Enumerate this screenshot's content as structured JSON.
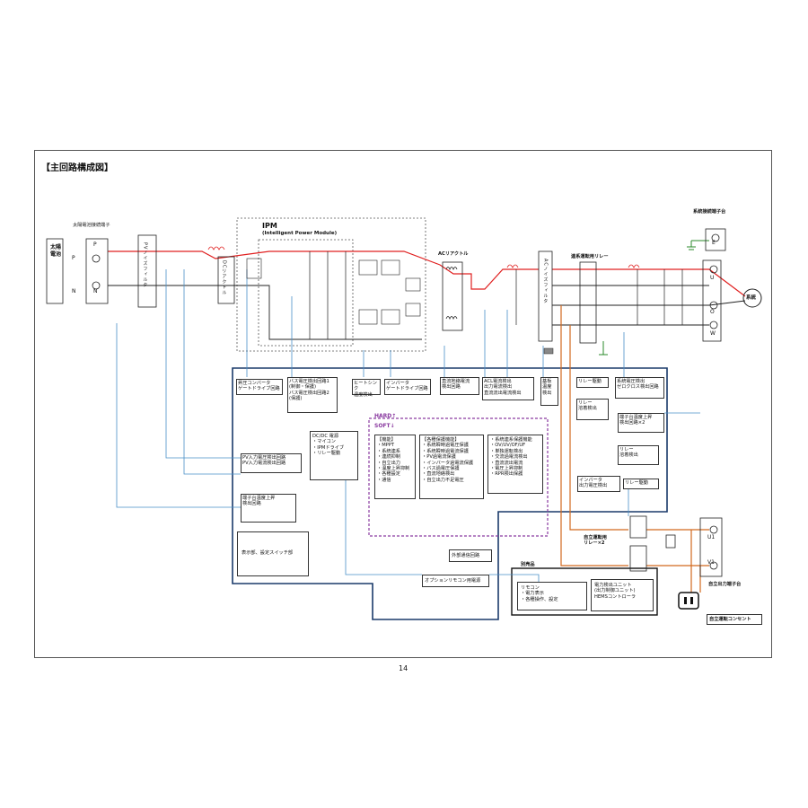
{
  "title": "【主回路構成図】",
  "page_number": "14",
  "labels": {
    "solar_terminal": "太陽電池接続端子",
    "solar_battery": "太陽電池",
    "p1": "P",
    "n1": "N",
    "p2": "P",
    "n2": "N",
    "pv_noise_filter": "PVノイズフィルタ",
    "dc_reactor": "DCリアクトル",
    "ipm": "IPM",
    "ipm_full": "(Intelligent Power Module)",
    "ac_reactor": "ACリアクトル",
    "ac_noise_filter": "ACノイズフィルタ",
    "grid_relay": "連系運転用リレー",
    "grid_terminal": "系統接続端子台",
    "e": "E",
    "u": "U",
    "o": "O",
    "w": "W",
    "grid": "系統",
    "u1": "U1",
    "v1": "V1",
    "standalone_terminal": "自立出力端子台",
    "standalone_outlet": "自立運転コンセント",
    "standalone_relay": "自立運転用\nリレー×2",
    "boost_gate": "昇圧コンバータ\nゲートドライブ回路",
    "bus_voltage": "バス電圧検出回路1\n(制御・保護)\nバス電圧検出回路2\n(保護)",
    "heatsink": "ヒートシンク\n温度検出",
    "inverter_gate": "インバータ\nゲートドライブ回路",
    "dc_ground": "直流地絡電流\n検出回路",
    "acl_current": "ACL電流検出\n出力電流検出\n直流流出電流検出",
    "board_temp": "基板\n温度\n検出",
    "relay_drive": "リレー駆動",
    "relay_weld": "リレー\n溶着検出",
    "grid_voltage": "系統電圧検出\nゼロクロス検出回路",
    "terminal_temp": "端子台温度上昇\n検出回路×2",
    "relay_weld2": "リレー\n溶着検出",
    "inverter_output": "インバータ\n出力電圧検出",
    "relay_drive2": "リレー駆動",
    "pv_input": "PV入力電圧検出回路\nPV入力電流検出回路",
    "terminal_temp2": "端子台温度上昇\n検出回路",
    "display": "表示部、設定スイッチ部",
    "dcdc": "DC/DC 電源\n・マイコン\n・IPMドライブ\n・リレー駆動",
    "hard": "HARD↑",
    "soft": "SOFT↓",
    "functions": "【機能】\n・MPPT\n・系統連系\n・連続抑制\n・自立出力\n・温度上昇抑制\n・各種設定\n・通信",
    "protections": "【各種保護機能】\n・系統瞬時過電圧保護\n・系統瞬時過電流保護\n・PV過電流保護\n・インバータ過電流保護\n・バス過電圧保護\n・直流地絡検出\n・自立出力不足電圧",
    "grid_protections": "・系統連系保護機能\n・OV/UV/OF/UF\n・単独運転検出\n・交流過電流検出\n・直流流出電流\n・電圧上昇抑制\n・RPR検出保護",
    "external_comm": "外部通信回路",
    "option_remote": "オプションリモコン用電源",
    "separate": "別売品",
    "remote": "リモコン\n・電力表示\n・各種操作、設定",
    "power_unit": "電力検出ユニット\n(出力制御ユニット)\nHEMSコントローラ"
  },
  "colors": {
    "dc_line": "#e02020",
    "ctrl_line": "#4a90c8",
    "relay_line": "#d2691e",
    "ctrl_border": "#1a3a6a",
    "soft_border": "#8a3aa0",
    "ground": "#2a8a2a"
  }
}
